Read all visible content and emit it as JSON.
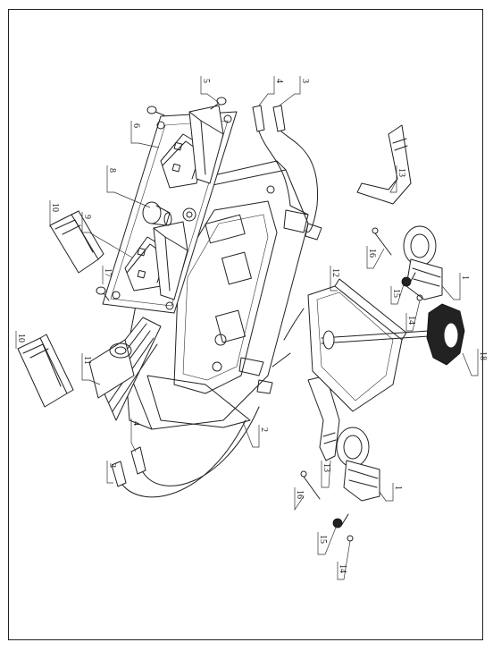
{
  "colors": {
    "line": "#222222",
    "background": "#ffffff"
  },
  "callouts": [
    {
      "id": "c-5",
      "text": "5"
    },
    {
      "id": "c-6",
      "text": "6"
    },
    {
      "id": "c-8",
      "text": "8"
    },
    {
      "id": "c-9",
      "text": "9"
    },
    {
      "id": "c-3a",
      "text": "3"
    },
    {
      "id": "c-4a",
      "text": "4"
    },
    {
      "id": "c-13a",
      "text": "13"
    },
    {
      "id": "c-10a",
      "text": "10"
    },
    {
      "id": "c-17",
      "text": "17"
    },
    {
      "id": "c-10b",
      "text": "10"
    },
    {
      "id": "c-11",
      "text": "11"
    },
    {
      "id": "c-16a",
      "text": "16"
    },
    {
      "id": "c-1a",
      "text": "1"
    },
    {
      "id": "c-12",
      "text": "12"
    },
    {
      "id": "c-15a",
      "text": "15"
    },
    {
      "id": "c-14a",
      "text": "14"
    },
    {
      "id": "c-18",
      "text": "18"
    },
    {
      "id": "c-2",
      "text": "2"
    },
    {
      "id": "c-4b",
      "text": "4"
    },
    {
      "id": "c-3b",
      "text": "3"
    },
    {
      "id": "c-13b",
      "text": "13"
    },
    {
      "id": "c-1b",
      "text": "1"
    },
    {
      "id": "c-16b",
      "text": "16"
    },
    {
      "id": "c-15b",
      "text": "15"
    },
    {
      "id": "c-14b",
      "text": "14"
    }
  ]
}
